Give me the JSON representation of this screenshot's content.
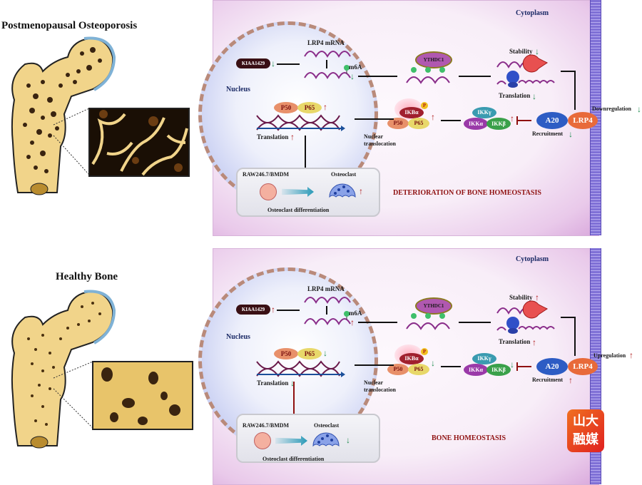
{
  "panels": [
    {
      "id": "osteoporosis",
      "bone_title": "Postmenopausal Osteoporosis",
      "cytoplasm_label": "Cytoplasm",
      "nucleus_label": "Nucleus",
      "kiaa1429": {
        "label": "KIAA1429",
        "direction": "down"
      },
      "lrp4_mrna_label": "LRP4 mRNA",
      "m6a": {
        "label": "m6A",
        "direction": "down"
      },
      "ythdc1_label": "YTHDC1",
      "stability": {
        "label": "Stability",
        "direction": "down"
      },
      "translation_cyto": {
        "label": "Translation",
        "direction": "down"
      },
      "lrp4_label": "LRP4",
      "lrp4_regulation": {
        "label": "Downregulation",
        "direction": "down"
      },
      "a20_label": "A20",
      "recruitment": {
        "label": "Recruitment",
        "direction": "down"
      },
      "ikk": {
        "gamma": "IKKγ",
        "alpha": "IKKα",
        "beta": "IKKβ",
        "direction": "up"
      },
      "ikba_complex": {
        "ikba": "IKBα",
        "phospho": "P",
        "p50": "P50",
        "p65": "P65",
        "direction": "up"
      },
      "nuclear_translocation_label": "Nuclear translocation",
      "nuclear_p50": "P50",
      "nuclear_p65": "P65",
      "nuclear_direction": "up",
      "translation_nucleus": {
        "label": "Translation",
        "direction": "up"
      },
      "diff_box": {
        "cell_label": "RAW246.7/BMDM",
        "osteoclast_label": "Osteoclast",
        "caption": "Osteoclast differentiation",
        "osteoclast_direction": "up",
        "effect": "promote"
      },
      "outcome": "DETERIORATION OF BONE HOMEOSTASIS"
    },
    {
      "id": "healthy",
      "bone_title": "Healthy Bone",
      "cytoplasm_label": "Cytoplasm",
      "nucleus_label": "Nucleus",
      "kiaa1429": {
        "label": "KIAA1429",
        "direction": "up"
      },
      "lrp4_mrna_label": "LRP4 mRNA",
      "m6a": {
        "label": "m6A",
        "direction": "up"
      },
      "ythdc1_label": "YTHDC1",
      "stability": {
        "label": "Stability",
        "direction": "up"
      },
      "translation_cyto": {
        "label": "Translation",
        "direction": "up"
      },
      "lrp4_label": "LRP4",
      "lrp4_regulation": {
        "label": "Upregulation",
        "direction": "up"
      },
      "a20_label": "A20",
      "recruitment": {
        "label": "Recruitment",
        "direction": "up"
      },
      "ikk": {
        "gamma": "IKKγ",
        "alpha": "IKKα",
        "beta": "IKKβ",
        "direction": "down"
      },
      "ikba_complex": {
        "ikba": "IKBα",
        "phospho": "P",
        "p50": "P50",
        "p65": "P65",
        "direction": "down"
      },
      "nuclear_translocation_label": "Nuclear translocation",
      "nuclear_p50": "P50",
      "nuclear_p65": "P65",
      "nuclear_direction": "down",
      "translation_nucleus": {
        "label": "Translation",
        "direction": "down"
      },
      "diff_box": {
        "cell_label": "RAW246.7/BMDM",
        "osteoclast_label": "Osteoclast",
        "caption": "Osteoclast differentiation",
        "osteoclast_direction": "down",
        "effect": "inhibit"
      },
      "outcome": "BONE HOMEOSTASIS"
    }
  ],
  "watermark": {
    "line1": "山大",
    "line2": "融媒"
  },
  "colors": {
    "up_arrow": "#b01a1a",
    "down_arrow": "#1d8a4e",
    "outcome_text": "#8f1010",
    "membrane": "#7f70d6"
  }
}
